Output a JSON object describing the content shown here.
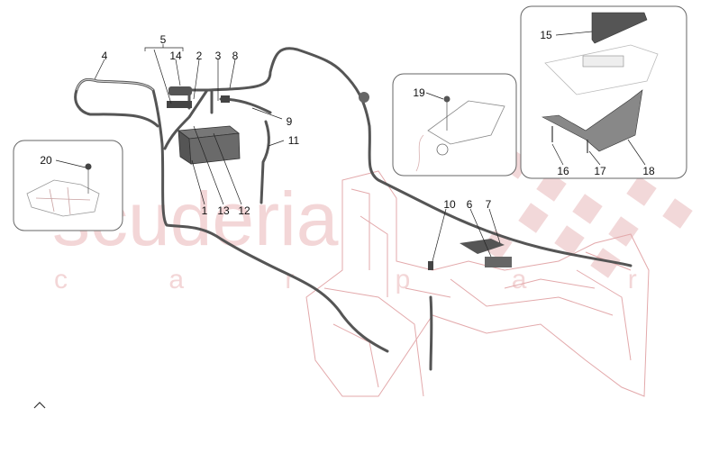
{
  "watermark": {
    "brand": "scuderia",
    "tagline": "c a r   p a r t s",
    "color": "#e9b7b8"
  },
  "callouts": {
    "c1": "1",
    "c2": "2",
    "c3": "3",
    "c4": "4",
    "c5": "5",
    "c6": "6",
    "c7": "7",
    "c8": "8",
    "c9": "9",
    "c10": "10",
    "c11": "11",
    "c12": "12",
    "c13": "13",
    "c14": "14",
    "c15": "15",
    "c16": "16",
    "c17": "17",
    "c18": "18",
    "c19": "19",
    "c20": "20"
  },
  "controls": {
    "collapse_icon": "chevron-up-icon"
  }
}
